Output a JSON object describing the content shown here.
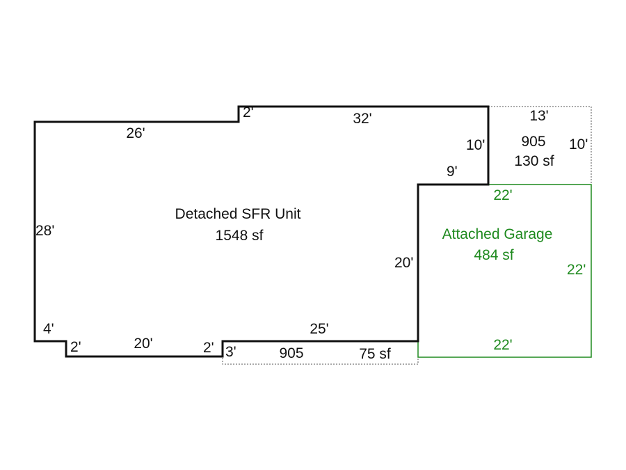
{
  "colors": {
    "main_outline": "#111111",
    "garage_outline": "#1f8a1f",
    "dotted": "#555555",
    "text": "#111111",
    "garage_text": "#1f8a1f"
  },
  "main_area": {
    "name": "Detached SFR Unit",
    "area": "1548 sf"
  },
  "garage": {
    "name": "Attached Garage",
    "area": "484 sf",
    "dim_top": "22'",
    "dim_right": "22'",
    "dim_bottom": "22'",
    "dim_left": "20'"
  },
  "upper_right_area": {
    "code": "905",
    "area": "130 sf",
    "dim_top": "13'",
    "dim_left": "10'",
    "dim_right": "10'",
    "dim_bottom": "9'"
  },
  "bottom_area": {
    "code": "905",
    "area": "75 sf",
    "dim_left": "3'",
    "dim_top": "25'"
  },
  "dimensions": {
    "top_left": "26'",
    "top_jog": "2'",
    "top_long": "32'",
    "left_side": "28'",
    "lower_left_jog": "4'",
    "bottom_step_left": "2'",
    "bottom_mid": "20'",
    "bottom_step_right": "2'"
  }
}
